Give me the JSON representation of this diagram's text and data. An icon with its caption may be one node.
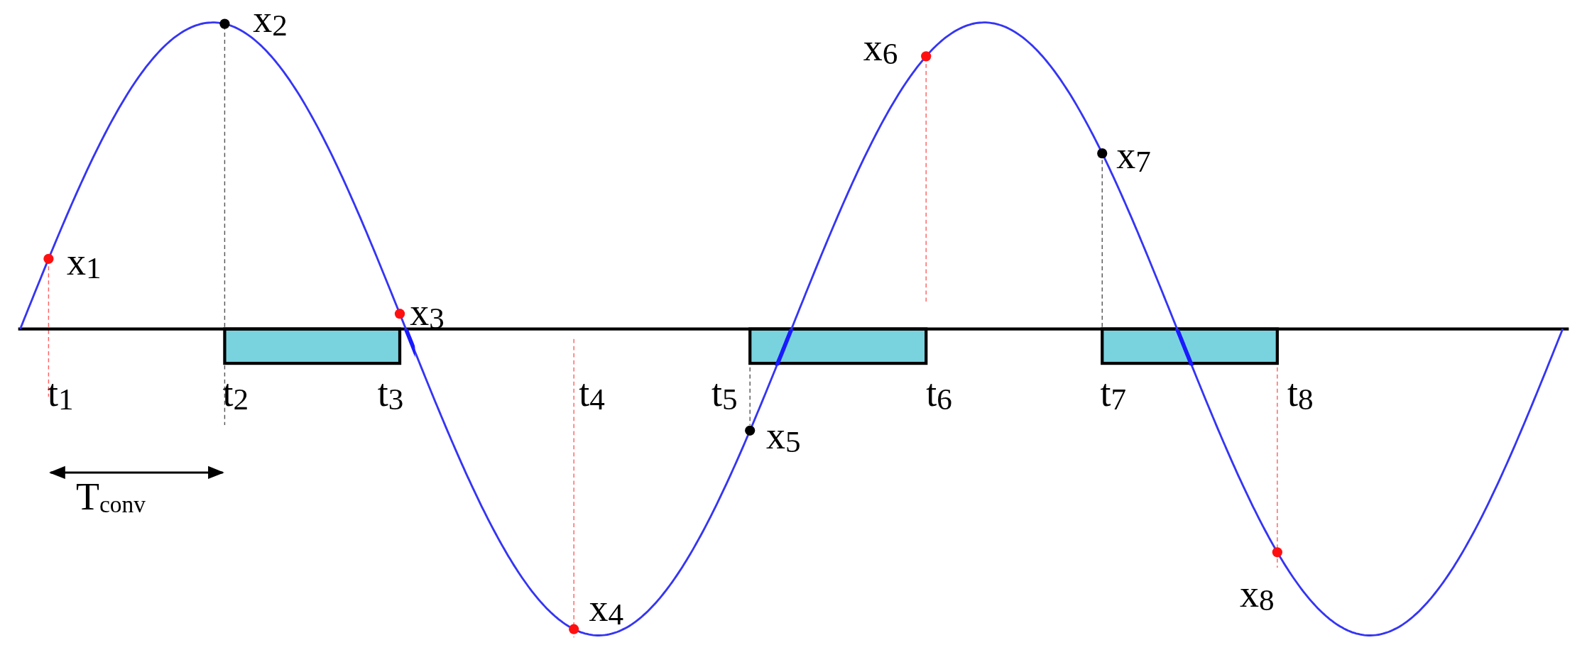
{
  "diagram": {
    "labels": [
      "x$_{1}$",
      "x$_{2}$",
      "x$_{3}$",
      "x$_{4}$",
      "x$_{5}$",
      "x$_{6}$",
      "x$_{7}$",
      "x$_{8}$",
      "t$_{1}$",
      "t$_{2}$",
      "t$_{3}$",
      "t$_{4}$",
      "t$_{5}$",
      "t$_{6}$",
      "t$_{7}$",
      "t$_{8}$",
      "T$_{conv}$"
    ]
  }
}
